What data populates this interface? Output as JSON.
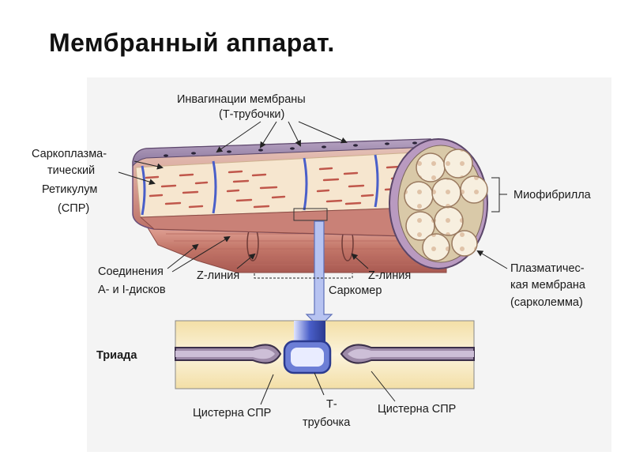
{
  "slide": {
    "title": "Мембранный аппарат."
  },
  "labels": {
    "invaginations_line1": "Инвагинации мембраны",
    "invaginations_line2": "(Т-трубочки)",
    "spr_line1": "Саркоплазма-",
    "spr_line2": "тический",
    "spr_line3": "Ретикулум",
    "spr_line4": "(СПР)",
    "myofibril": "Миофибрилла",
    "junction_line1": "Соединения",
    "junction_line2": "А- и I-дисков",
    "z_line_left": "Z-линия",
    "z_line_right": "Z-линия",
    "sarcomere": "Саркомер",
    "plasma_line1": "Плазматичес-",
    "plasma_line2": "кая мембрана",
    "plasma_line3": "(сарколемма)",
    "triad": "Триада",
    "cistern_left": "Цистерна СПР",
    "cistern_right": "Цистерна СПР",
    "t_tubule_line1": "Т-",
    "t_tubule_line2": "трубочка"
  },
  "colors": {
    "muscle_red": "#c97a70",
    "membrane_purple": "#7c6a8e",
    "reticulum_cream": "#f6e6cf",
    "t_tubule_blue": "#4a5fc9",
    "triad_gold": "#e8c774"
  }
}
